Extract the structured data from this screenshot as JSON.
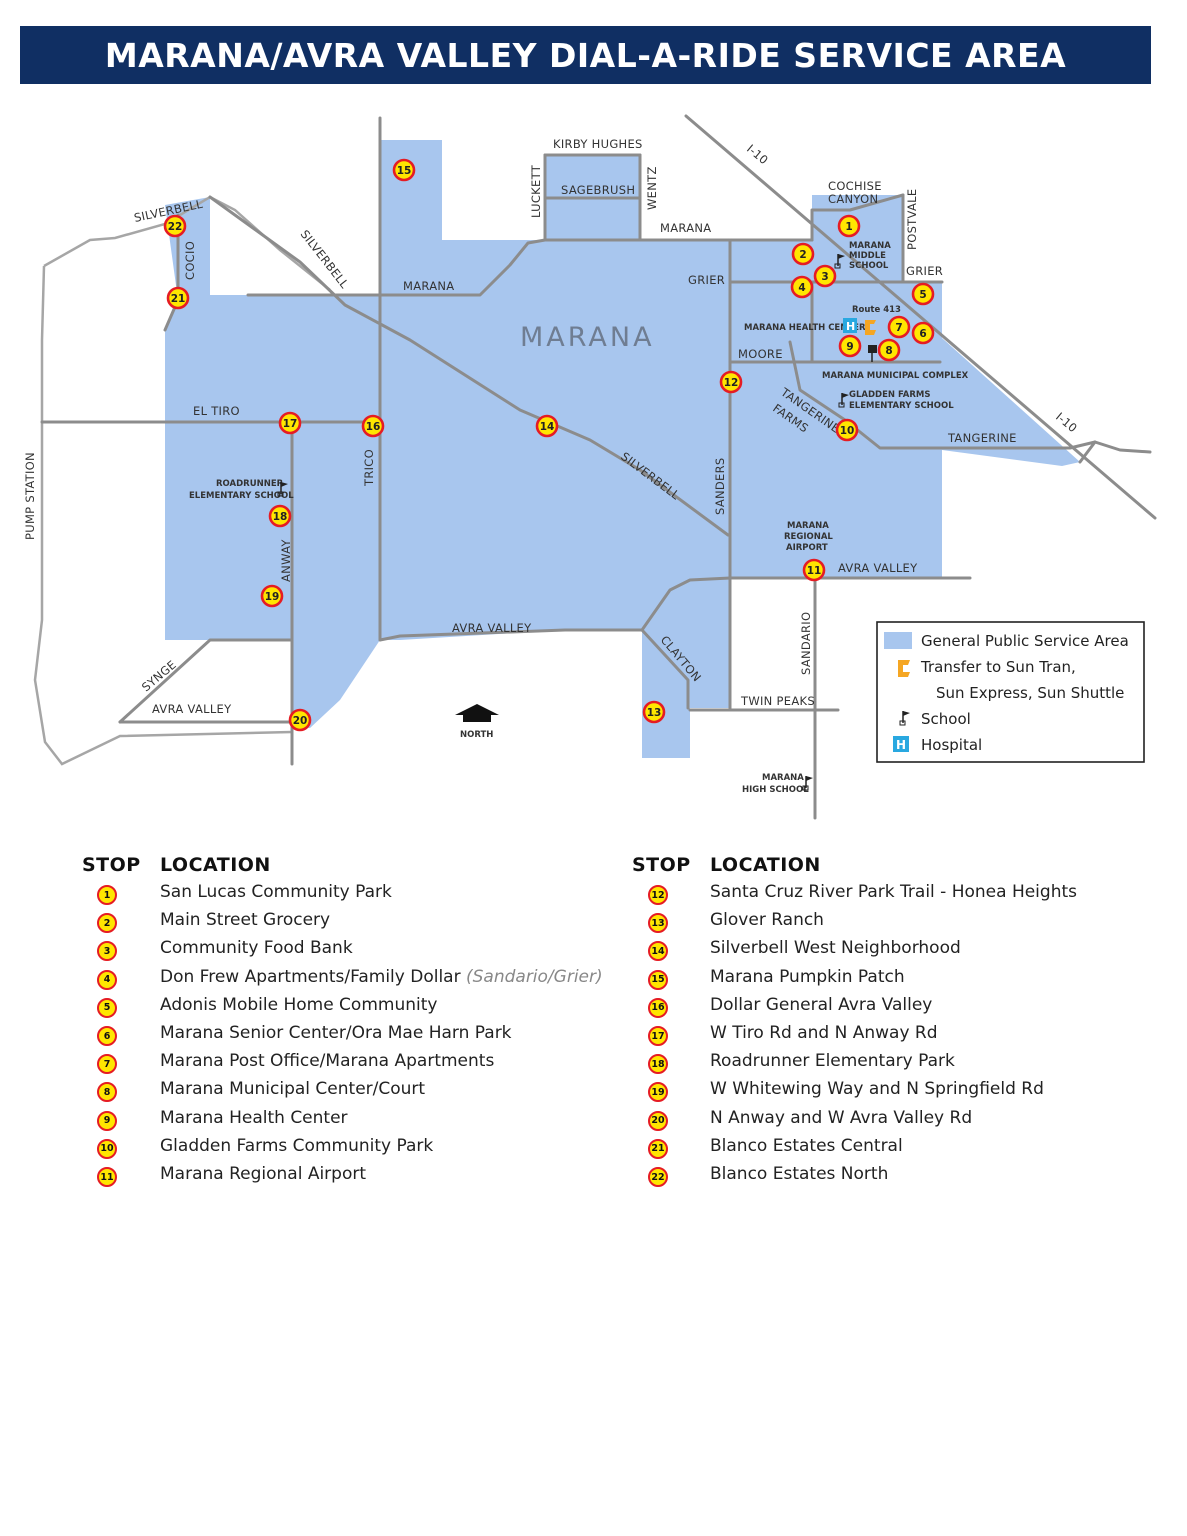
{
  "title": "MARANA/AVRA VALLEY DIAL-A-RIDE SERVICE AREA",
  "colors": {
    "title_bg": "#102f63",
    "service_area": "#a8c6ee",
    "stop_fill": "#ffe600",
    "stop_ring": "#e51c23",
    "transfer": "#f5a623",
    "hospital": "#29a8e0",
    "road": "#8c8c8c"
  },
  "map": {
    "town_label": "MARANA",
    "roads": {
      "kirby_hughes": "KIRBY HUGHES",
      "sagebrush": "SAGEBRUSH",
      "luckett": "LUCKETT",
      "wentz": "WENTZ",
      "i10_north": "I-10",
      "i10_south": "I-10",
      "cochise_canyon": "COCHISE CANYON",
      "postvale": "POSTVALE",
      "marana_east": "MARANA",
      "marana_west": "MARANA",
      "grier_west": "GRIER",
      "grier_east": "GRIER",
      "silverbell_nw": "SILVERBELL",
      "silverbell_diag": "SILVERBELL",
      "silverbell_mid": "SILVERBELL",
      "cocio": "COCIO",
      "moore": "MOORE",
      "tangerine_farms": "TANGERINE FARMS",
      "tangerine": "TANGERINE",
      "el_tiro": "EL TIRO",
      "trico": "TRICO",
      "sanders": "SANDERS",
      "pump_station": "PUMP STATION",
      "anway": "ANWAY",
      "avra_valley_mid": "AVRA VALLEY",
      "avra_valley_east": "AVRA VALLEY",
      "avra_valley_west": "AVRA VALLEY",
      "synge": "SYNGE",
      "clayton": "CLAYTON",
      "sandario": "SANDARIO",
      "twin_peaks": "TWIN PEAKS"
    },
    "places": {
      "marana_middle_school": [
        "MARANA",
        "MIDDLE",
        "SCHOOL"
      ],
      "route": "Route 413",
      "health_center": "MARANA HEALTH CENTER",
      "municipal_complex": "MARANA MUNICIPAL COMPLEX",
      "gladden_school": [
        "GLADDEN FARMS",
        "ELEMENTARY SCHOOL"
      ],
      "roadrunner_school": [
        "ROADRUNNER",
        "ELEMENTARY SCHOOL"
      ],
      "airport": [
        "MARANA",
        "REGIONAL",
        "AIRPORT"
      ],
      "high_school": [
        "MARANA",
        "HIGH SCHOOL"
      ],
      "north": "NORTH"
    },
    "legend": {
      "service_area": "General Public Service Area",
      "transfer_1": "Transfer to Sun Tran,",
      "transfer_2": "Sun Express, Sun Shuttle",
      "school": "School",
      "hospital": "Hospital"
    }
  },
  "table": {
    "stop_header": "STOP",
    "location_header": "LOCATION",
    "left": [
      {
        "n": "1",
        "loc": "San Lucas Community Park",
        "note": ""
      },
      {
        "n": "2",
        "loc": "Main Street Grocery",
        "note": ""
      },
      {
        "n": "3",
        "loc": "Community Food Bank",
        "note": ""
      },
      {
        "n": "4",
        "loc": "Don Frew Apartments/Family Dollar",
        "note": "(Sandario/Grier)"
      },
      {
        "n": "5",
        "loc": "Adonis Mobile Home Community",
        "note": ""
      },
      {
        "n": "6",
        "loc": "Marana Senior Center/Ora Mae Harn Park",
        "note": ""
      },
      {
        "n": "7",
        "loc": "Marana Post Office/Marana Apartments",
        "note": ""
      },
      {
        "n": "8",
        "loc": "Marana Municipal Center/Court",
        "note": ""
      },
      {
        "n": "9",
        "loc": "Marana Health Center",
        "note": ""
      },
      {
        "n": "10",
        "loc": "Gladden Farms Community Park",
        "note": ""
      },
      {
        "n": "11",
        "loc": "Marana Regional Airport",
        "note": ""
      }
    ],
    "right": [
      {
        "n": "12",
        "loc": "Santa Cruz River Park Trail - Honea Heights",
        "note": ""
      },
      {
        "n": "13",
        "loc": "Glover Ranch",
        "note": ""
      },
      {
        "n": "14",
        "loc": "Silverbell West Neighborhood",
        "note": ""
      },
      {
        "n": "15",
        "loc": "Marana Pumpkin Patch",
        "note": ""
      },
      {
        "n": "16",
        "loc": "Dollar General Avra Valley",
        "note": ""
      },
      {
        "n": "17",
        "loc": "W Tiro Rd and N Anway Rd",
        "note": ""
      },
      {
        "n": "18",
        "loc": "Roadrunner Elementary Park",
        "note": ""
      },
      {
        "n": "19",
        "loc": "W Whitewing Way and N Springfield Rd",
        "note": ""
      },
      {
        "n": "20",
        "loc": "N Anway and W Avra Valley Rd",
        "note": ""
      },
      {
        "n": "21",
        "loc": "Blanco Estates Central",
        "note": ""
      },
      {
        "n": "22",
        "loc": "Blanco Estates North",
        "note": ""
      }
    ]
  }
}
